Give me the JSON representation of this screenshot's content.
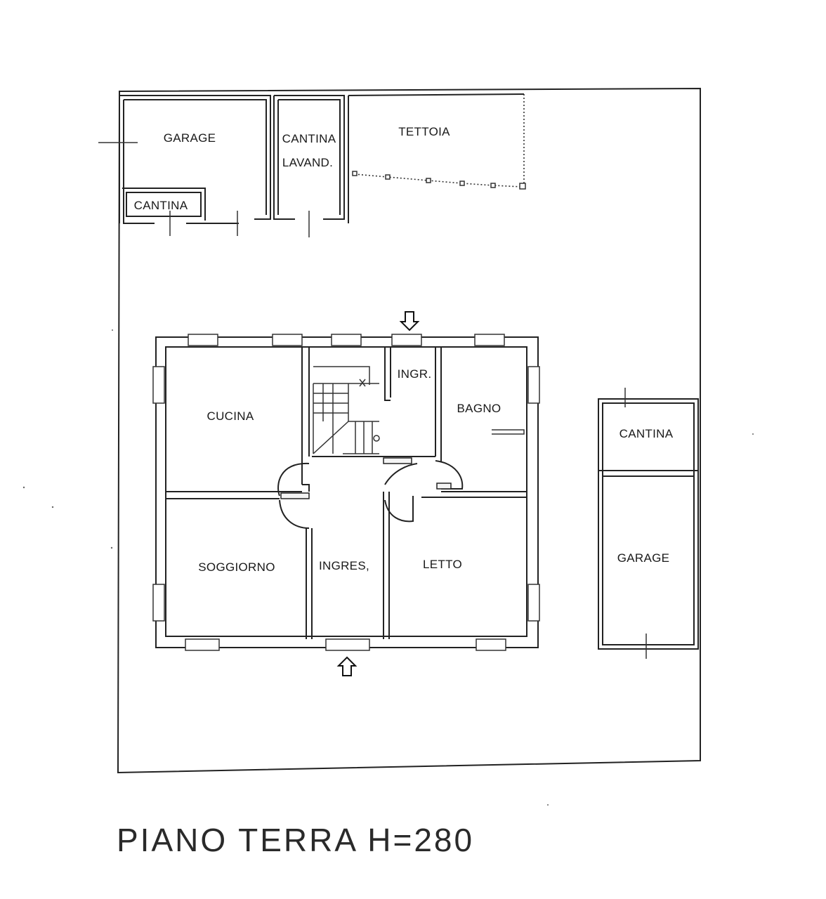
{
  "plan": {
    "title": "PIANO TERRA H=280",
    "rooms": {
      "garage_top": "GARAGE",
      "cantina_top_left": "CANTINA",
      "cantina_lavand_line1": "CANTINA",
      "cantina_lavand_line2": "LAVAND.",
      "tettoia": "TETTOIA",
      "cucina": "CUCINA",
      "ingr": "INGR.",
      "bagno": "BAGNO",
      "soggiorno": "SOGGIORNO",
      "ingres": "INGRES,",
      "letto": "LETTO",
      "cantina_right": "CANTINA",
      "garage_right": "GARAGE"
    },
    "icons": {
      "top_entrance": "down-arrow-icon",
      "bottom_entrance": "up-arrow-icon"
    },
    "colors": {
      "line": "#222222",
      "background": "#ffffff"
    }
  }
}
